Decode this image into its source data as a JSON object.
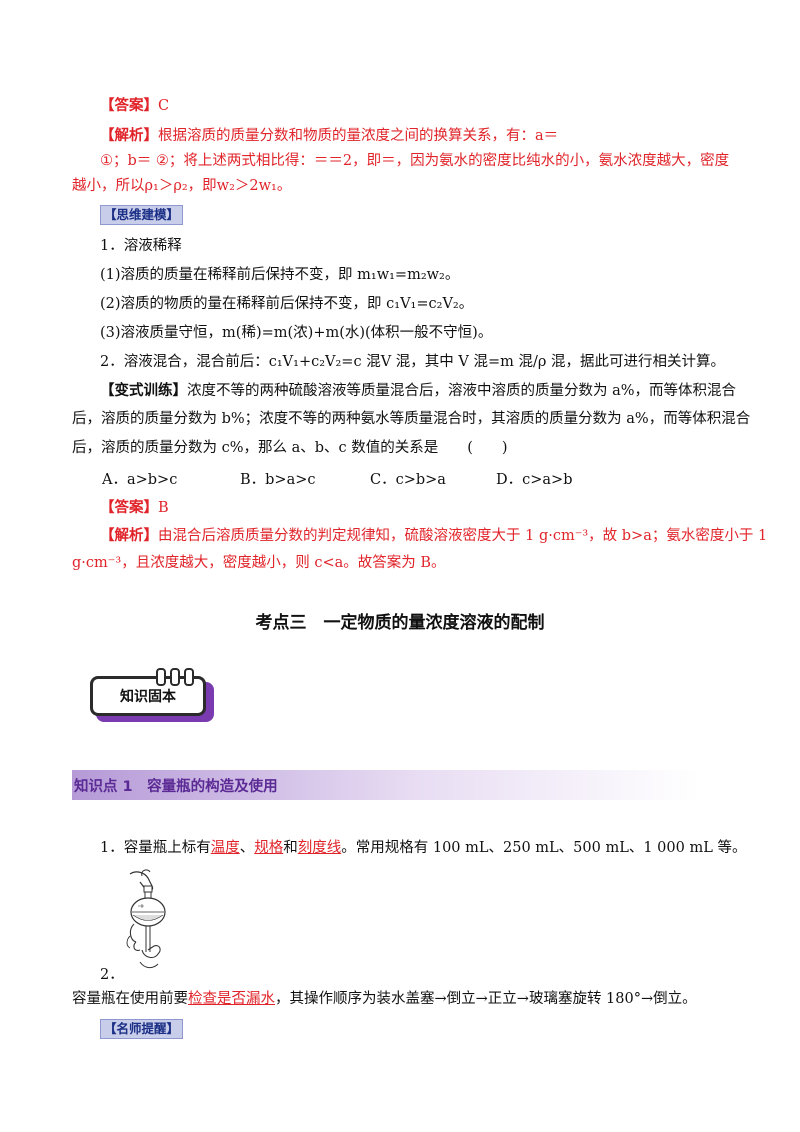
{
  "ex1": {
    "answer_label": "【答案】",
    "answer_value": "C",
    "analysis_label": "【解析】",
    "analysis_line1": "根据溶质的质量分数和物质的量浓度之间的换算关系，有：a＝",
    "analysis_line2": "①；b＝ ②；将上述两式相比得：＝＝2，即＝，因为氨水的密度比纯水的小，氨水浓度越大，密度",
    "analysis_line3": "越小，所以ρ₁＞ρ₂，即w₂＞2w₁。"
  },
  "thinking": {
    "tag": "【思维建模】",
    "line1": "1．溶液稀释",
    "line2": "(1)溶质的质量在稀释前后保持不变，即 m₁w₁=m₂w₂。",
    "line3": "(2)溶质的物质的量在稀释前后保持不变，即 c₁V₁=c₂V₂。",
    "line4": "(3)溶液质量守恒，m(稀)=m(浓)+m(水)(体积一般不守恒)。",
    "line5": "2．溶液混合，混合前后：c₁V₁+c₂V₂=c 混V 混，其中 V 混=m 混/ρ 混，据此可进行相关计算。"
  },
  "variant": {
    "label": "【变式训练】",
    "line1": "浓度不等的两种硫酸溶液等质量混合后，溶液中溶质的质量分数为 a%，而等体积混合",
    "line2": "后，溶质的质量分数为 b%；浓度不等的两种氨水等质量混合时，其溶质的质量分数为 a%，而等体积混合",
    "line3": "后，溶质的质量分数为 c%，那么 a、b、c 数值的关系是　　(　　)",
    "options": [
      "A．a>b>c",
      "B．b>a>c",
      "C．c>b>a",
      "D．c>a>b"
    ],
    "answer_label": "【答案】",
    "answer_value": "B",
    "analysis_label": "【解析】",
    "analysis_line1": "由混合后溶质质量分数的判定规律知，硫酸溶液密度大于 1 g·cm⁻³，故 b>a；氨水密度小于 1",
    "analysis_line2": "g·cm⁻³，且浓度越大，密度越小，则 c<a。故答案为 B。"
  },
  "section_title": "考点三　一定物质的量浓度溶液的配制",
  "badge": "知识固本",
  "knowledge_point": "知识点 1　容量瓶的构造及使用",
  "flask": {
    "item1_prefix": "1．容量瓶上标有",
    "u1": "温度",
    "sep1": "、",
    "u2": "规格",
    "sep2": "和",
    "u3": "刻度线",
    "item1_suffix": "。常用规格有 100 mL、250 mL、500 mL、1 000 mL 等。",
    "item2_num": "2．",
    "item2_prefix": "容量瓶在使用前要",
    "u4": "检查是否漏水",
    "item2_suffix": "，其操作顺序为装水盖塞→倒立→正立→玻璃塞旋转 180°→倒立。"
  },
  "teacher_tip": "【名师提醒】",
  "colors": {
    "red": "#e0242a",
    "tag_bg": "#c8cdea",
    "tag_text": "#1b2f86",
    "purple": "#7a3bb0"
  }
}
